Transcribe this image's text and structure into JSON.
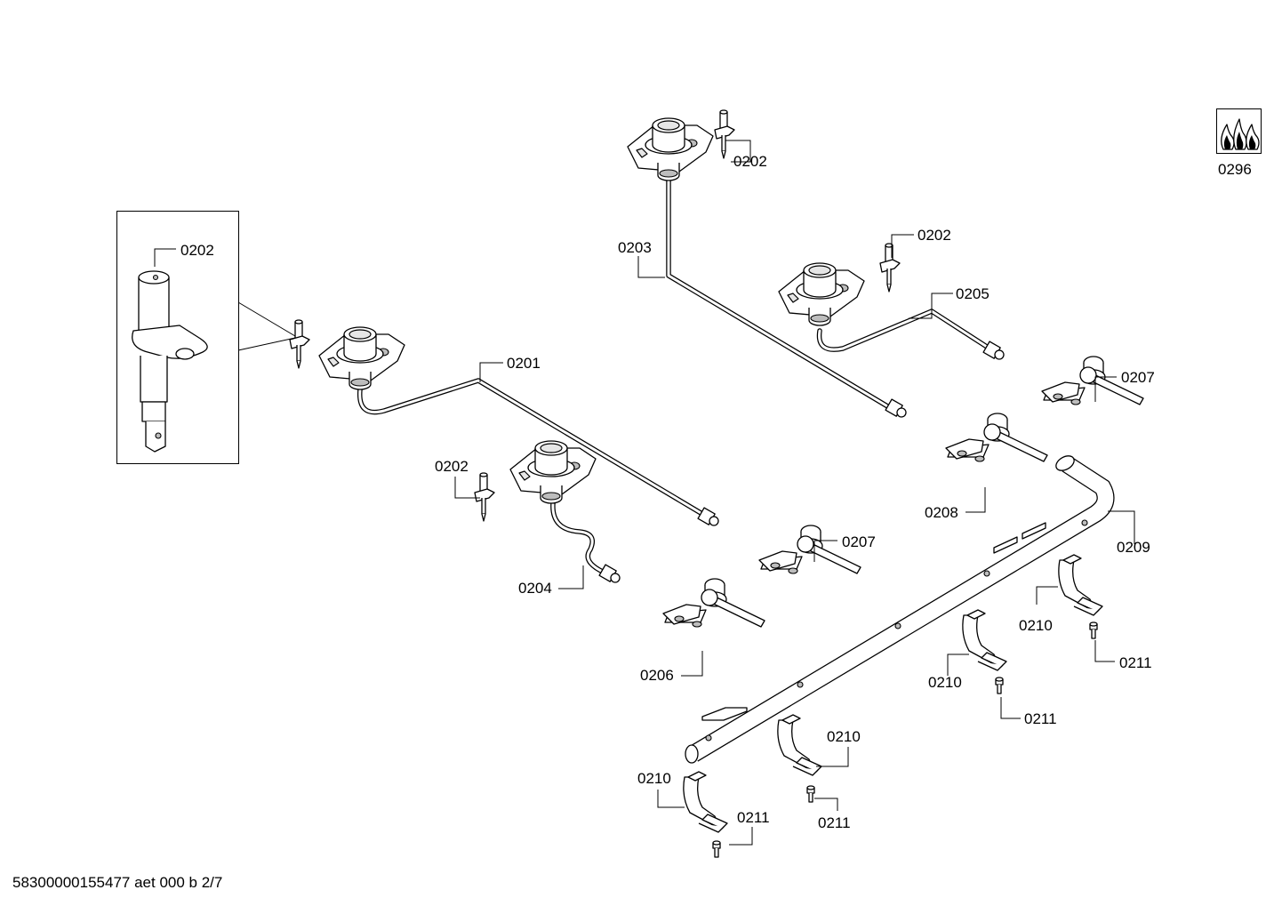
{
  "labels": {
    "p0201": "0201",
    "p0202_detail": "0202",
    "p0202_top": "0202",
    "p0202_right": "0202",
    "p0202_left": "0202",
    "p0203": "0203",
    "p0204": "0204",
    "p0205": "0205",
    "p0206": "0206",
    "p0207_a": "0207",
    "p0207_b": "0207",
    "p0208": "0208",
    "p0209": "0209",
    "p0210_a": "0210",
    "p0210_b": "0210",
    "p0210_c": "0210",
    "p0210_d": "0210",
    "p0211_a": "0211",
    "p0211_b": "0211",
    "p0211_c": "0211",
    "p0211_d": "0211",
    "p0296": "0296"
  },
  "footer": "58300000155477 aet 000 b 2/7",
  "icons": [
    "gas-flame-icon"
  ]
}
